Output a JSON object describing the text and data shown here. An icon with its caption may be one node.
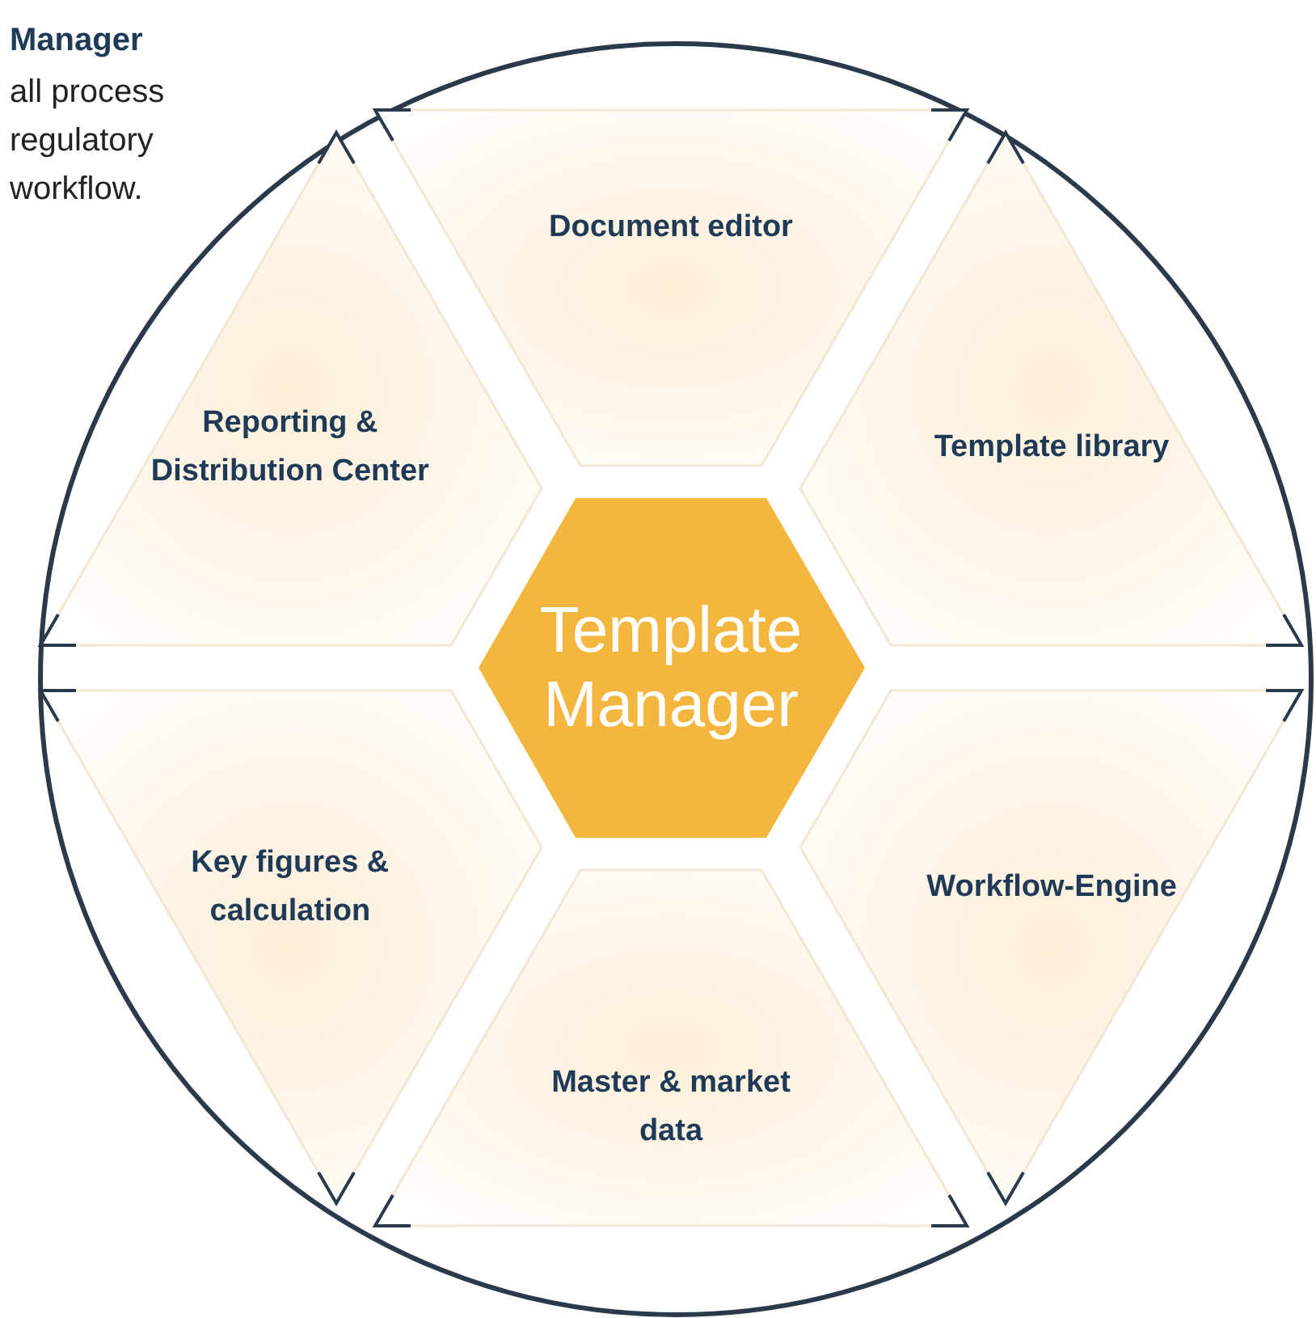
{
  "diagram": {
    "nodes": [
      {
        "text": [
          "Document editor"
        ]
      },
      {
        "text": [
          "Reporting & Distribution Center"
        ]
      },
      {
        "text": [
          "Template library"
        ]
      },
      {
        "text": [
          "Template Manager"
        ]
      },
      {
        "text": [
          "Key figures & calculation"
        ]
      },
      {
        "text": [
          "Workflow-Engine"
        ]
      },
      {
        "text": [
          "Master & market data"
        ]
      }
    ],
    "edges": [],
    "labels": [
      "Manager",
      "all process regulatory workflow."
    ]
  }
}
